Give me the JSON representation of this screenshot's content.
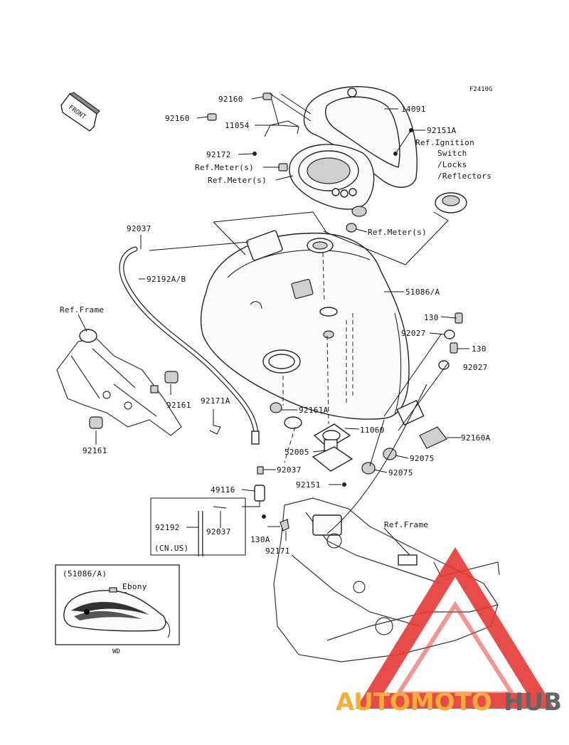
{
  "diagram": {
    "code": "F2410G",
    "front_label": "FRONT",
    "callouts": {
      "c92160_top": "92160",
      "c14091": "14091",
      "c92160_left": "92160",
      "c11054": "11054",
      "c92151A_top": "92151A",
      "ref_ignition_1": "Ref.Ignition",
      "ref_ignition_2": "Switch",
      "ref_ignition_3": "/Locks",
      "ref_ignition_4": "/Reflectors",
      "c92172": "92172",
      "ref_meter_1": "Ref.Meter(s)",
      "ref_meter_2": "Ref.Meter(s)",
      "ref_meter_3": "Ref.Meter(s)",
      "c92037_top": "92037",
      "c92192AB": "92192A/B",
      "c51086A": "51086/A",
      "ref_frame_left": "Ref.Frame",
      "c130_a": "130",
      "c92027_a": "92027",
      "c130_b": "130",
      "c92027_b": "92027",
      "c92161_a": "92161",
      "c92171A": "92171A",
      "c92161A": "92161A",
      "c92161_b": "92161",
      "c11060": "11060",
      "c92160A": "92160A",
      "c52005": "52005",
      "c92075_a": "92075",
      "c92037_mid": "92037",
      "c92075_b": "92075",
      "c49116": "49116",
      "c92151": "92151",
      "c92192": "92192",
      "c92037_low": "92037",
      "cn_us": "(CN.US)",
      "c130A": "130A",
      "c92171": "92171",
      "ref_frame_right": "Ref.Frame"
    },
    "inset": {
      "title": "(51086/A)",
      "label": "Ebony",
      "code": "WD"
    }
  },
  "watermark": {
    "part1": "AUTOMOTO",
    "part2": "HUB",
    "color_primary": "#e53935",
    "color_secondary": "#f5a623",
    "color_dark": "#555555"
  }
}
